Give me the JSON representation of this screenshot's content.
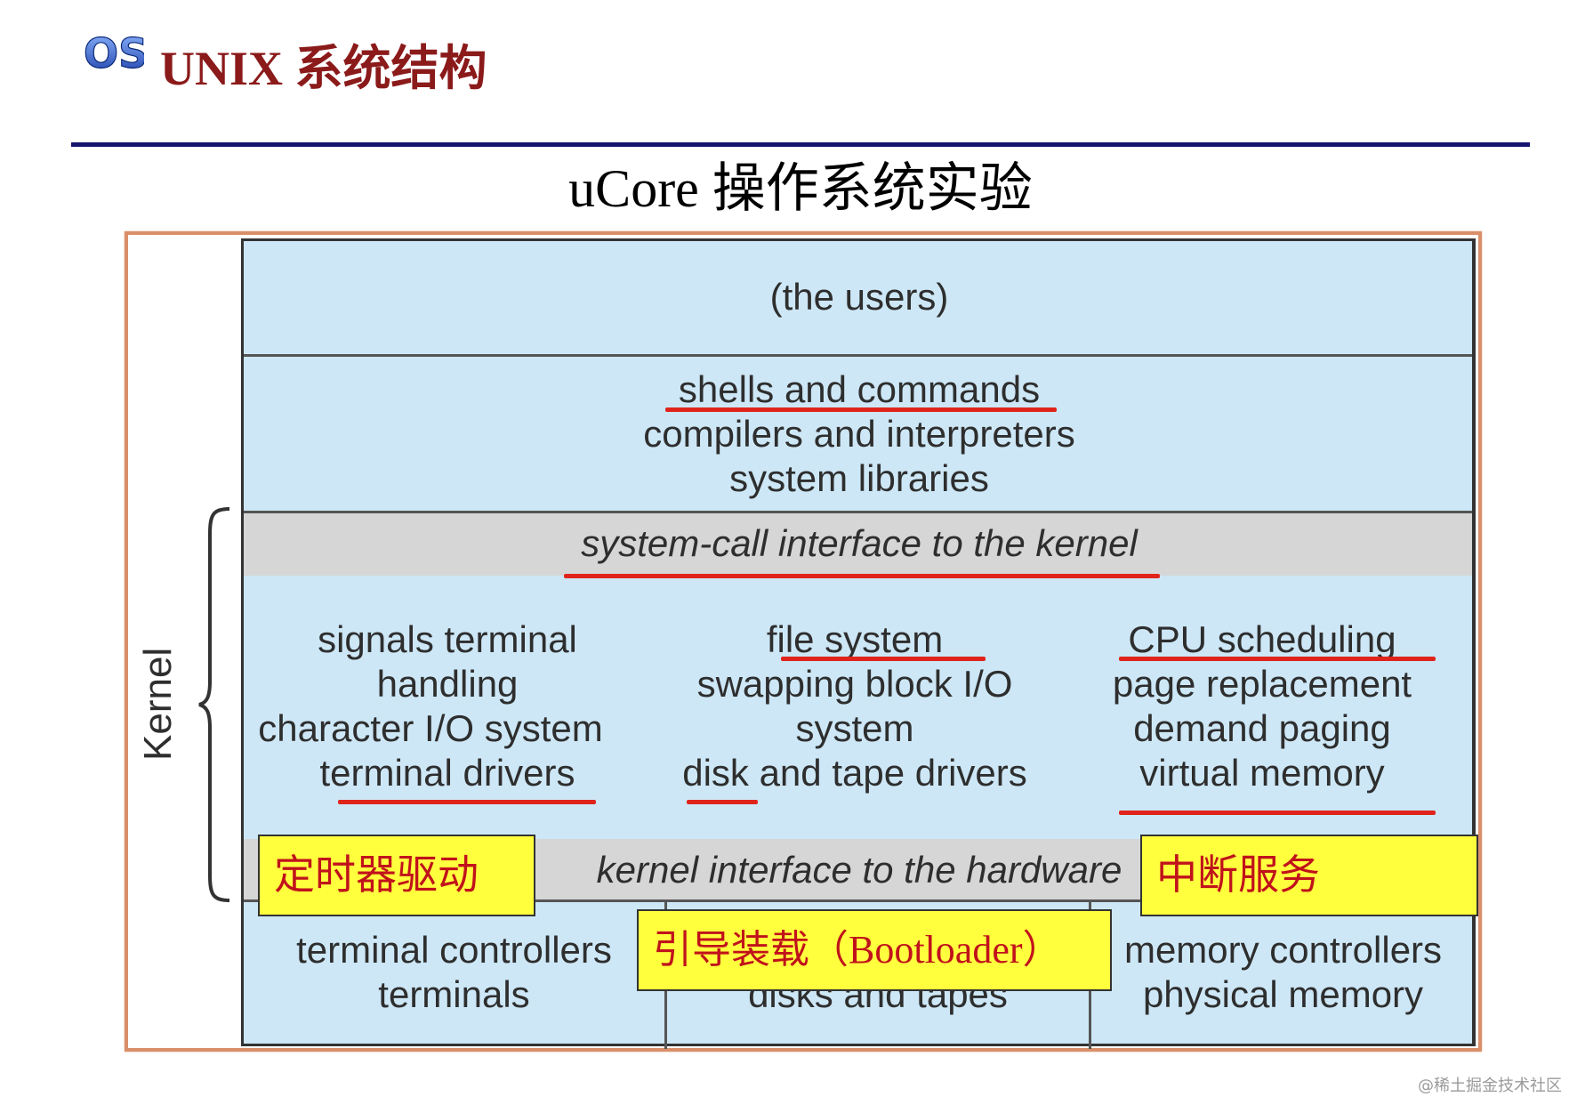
{
  "header": {
    "logo_text": "OS",
    "title": "UNIX 系统结构",
    "subtitle": "uCore 操作系统实验"
  },
  "diagram": {
    "users": "(the users)",
    "shells_layer": [
      "shells and commands",
      "compilers and interpreters",
      "system libraries"
    ],
    "syscall_interface": "system-call interface to the kernel",
    "kernel_columns": [
      [
        "signals terminal",
        "handling",
        "character I/O system",
        "terminal drivers"
      ],
      [
        "file system",
        "swapping block I/O",
        "system",
        "disk and tape drivers"
      ],
      [
        "CPU scheduling",
        "page replacement",
        "demand paging",
        "virtual memory"
      ]
    ],
    "hardware_interface": "kernel interface to the hardware",
    "hardware_columns": [
      [
        "terminal controllers",
        "terminals"
      ],
      [
        "disks and tapes"
      ],
      [
        "memory controllers",
        "physical memory"
      ]
    ],
    "kernel_label": "Kernel"
  },
  "callouts": {
    "timer_driver": "定时器驱动",
    "interrupt_service": "中断服务",
    "bootloader": "引导装载（Bootloader）"
  },
  "watermark": "@稀土掘金技术社区",
  "colors": {
    "title": "#8b1a1a",
    "rule": "#14146e",
    "layer_fill": "#cde7f6",
    "interface_fill": "#d6d6d6",
    "underline": "#e0241b",
    "callout_fill": "#ffff3d",
    "callout_text": "#c0121b"
  }
}
